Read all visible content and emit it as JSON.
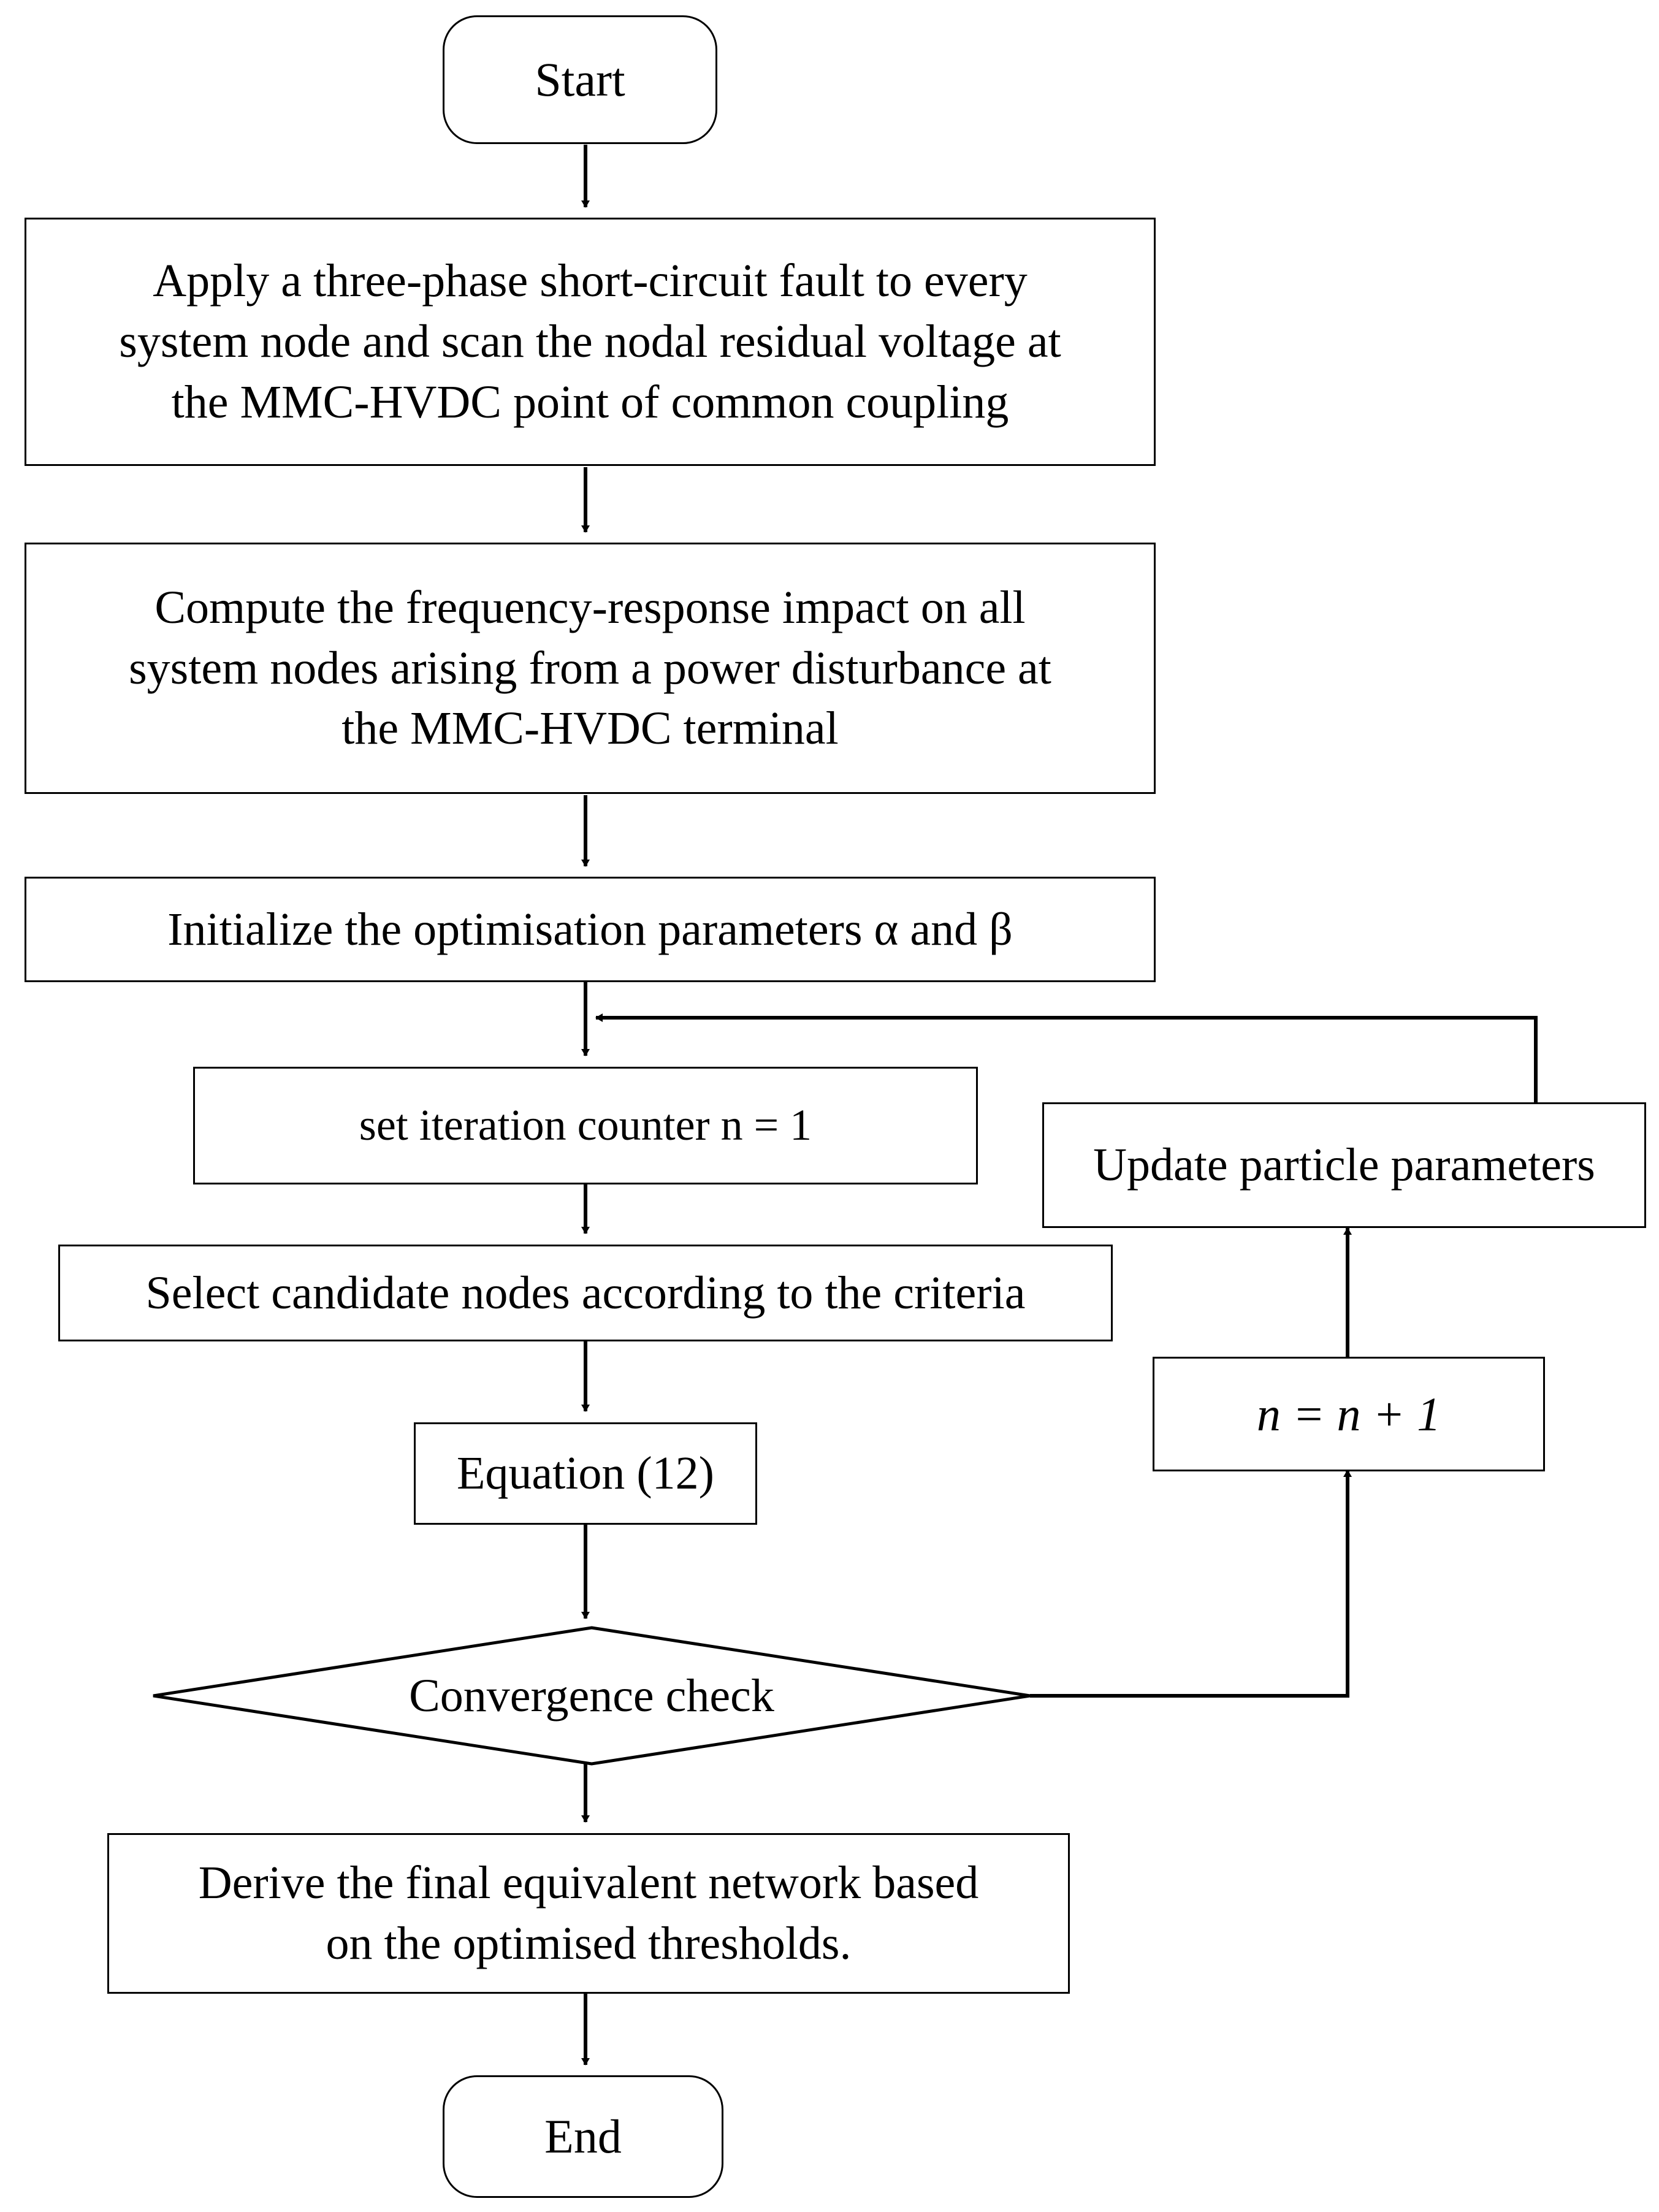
{
  "diagram": {
    "title": "Optimisation flowchart for MMC-HVDC equivalent network derivation",
    "line_color": "#000000",
    "fill_color": "#ffffff",
    "background": "#ffffff"
  },
  "nodes": {
    "start": {
      "label": "Start",
      "shape": "terminator"
    },
    "apply_fault": {
      "label": "Apply a three-phase short-circuit fault to every\nsystem node and scan the nodal residual voltage at\nthe MMC-HVDC point of common coupling",
      "shape": "process"
    },
    "compute_freq": {
      "label": "Compute the frequency-response impact on all\nsystem nodes arising from a power disturbance at\nthe MMC-HVDC terminal",
      "shape": "process"
    },
    "initialize": {
      "label": "Initialize the optimisation parameters α and β",
      "shape": "process"
    },
    "set_counter": {
      "label": "set iteration counter n = 1",
      "shape": "process"
    },
    "update_particles": {
      "label": "Update particle parameters",
      "shape": "process"
    },
    "select_nodes": {
      "label": "Select candidate nodes according to the criteria",
      "shape": "process"
    },
    "increment": {
      "label": "n = n + 1",
      "shape": "process"
    },
    "equation": {
      "label": "Equation (12)",
      "shape": "process"
    },
    "convergence": {
      "label": "Convergence check",
      "shape": "decision"
    },
    "derive_network": {
      "label": "Derive the final equivalent network based\non the optimised thresholds.",
      "shape": "process"
    },
    "end": {
      "label": "End",
      "shape": "terminator"
    }
  },
  "edges": [
    {
      "from": "start",
      "to": "apply_fault",
      "style": "straight-down"
    },
    {
      "from": "apply_fault",
      "to": "compute_freq",
      "style": "straight-down"
    },
    {
      "from": "compute_freq",
      "to": "initialize",
      "style": "straight-down"
    },
    {
      "from": "initialize",
      "to": "set_counter",
      "style": "straight-down"
    },
    {
      "from": "set_counter",
      "to": "select_nodes",
      "style": "straight-down"
    },
    {
      "from": "select_nodes",
      "to": "equation",
      "style": "straight-down"
    },
    {
      "from": "equation",
      "to": "convergence",
      "style": "straight-down"
    },
    {
      "from": "convergence",
      "to": "derive_network",
      "style": "straight-down"
    },
    {
      "from": "derive_network",
      "to": "end",
      "style": "straight-down"
    },
    {
      "from": "convergence",
      "to": "increment",
      "style": "right-then-up"
    },
    {
      "from": "increment",
      "to": "update_particles",
      "style": "straight-up"
    },
    {
      "from": "update_particles",
      "to": "set_counter",
      "style": "up-then-left-feedback"
    }
  ]
}
